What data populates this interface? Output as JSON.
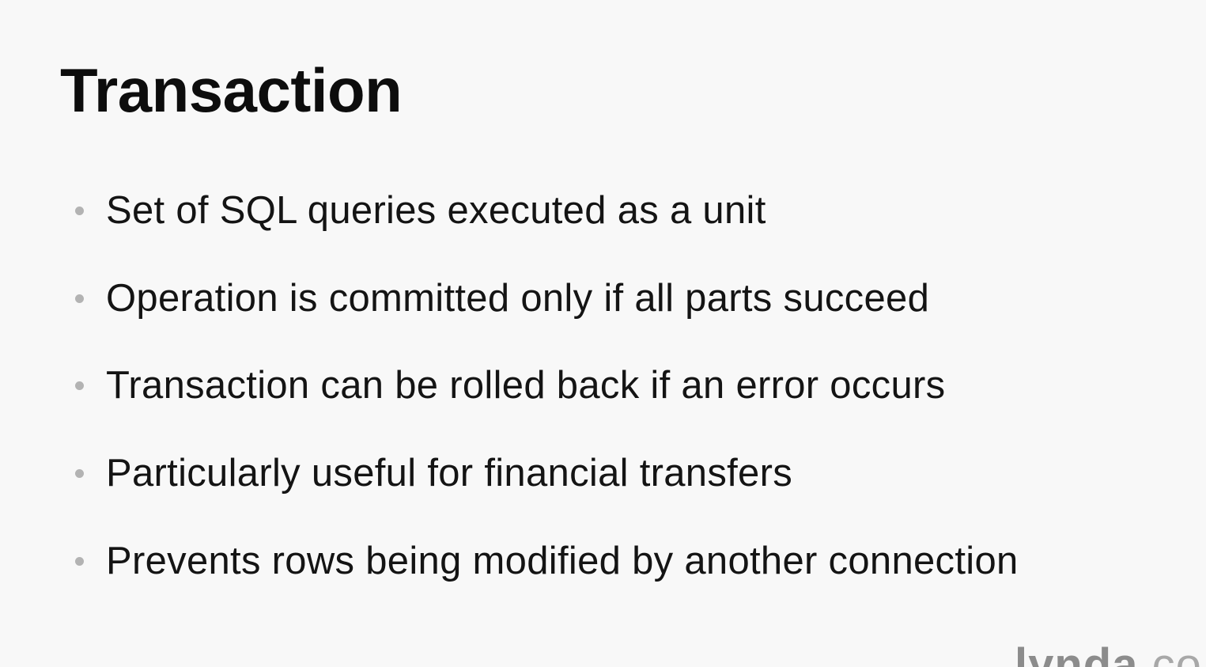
{
  "slide": {
    "title": "Transaction",
    "bullets": [
      "Set of SQL queries executed as a unit",
      "Operation is committed only if all parts succeed",
      "Transaction can be rolled back if an error occurs",
      "Particularly useful for financial transfers",
      "Prevents rows being modified by another connection"
    ],
    "watermark": {
      "brand": "lynda",
      "suffix": ".co"
    }
  },
  "colors": {
    "background": "#f8f8f8",
    "text": "#141414",
    "bullet_dot": "#b3b3b3",
    "watermark": "#8c8c8c"
  }
}
